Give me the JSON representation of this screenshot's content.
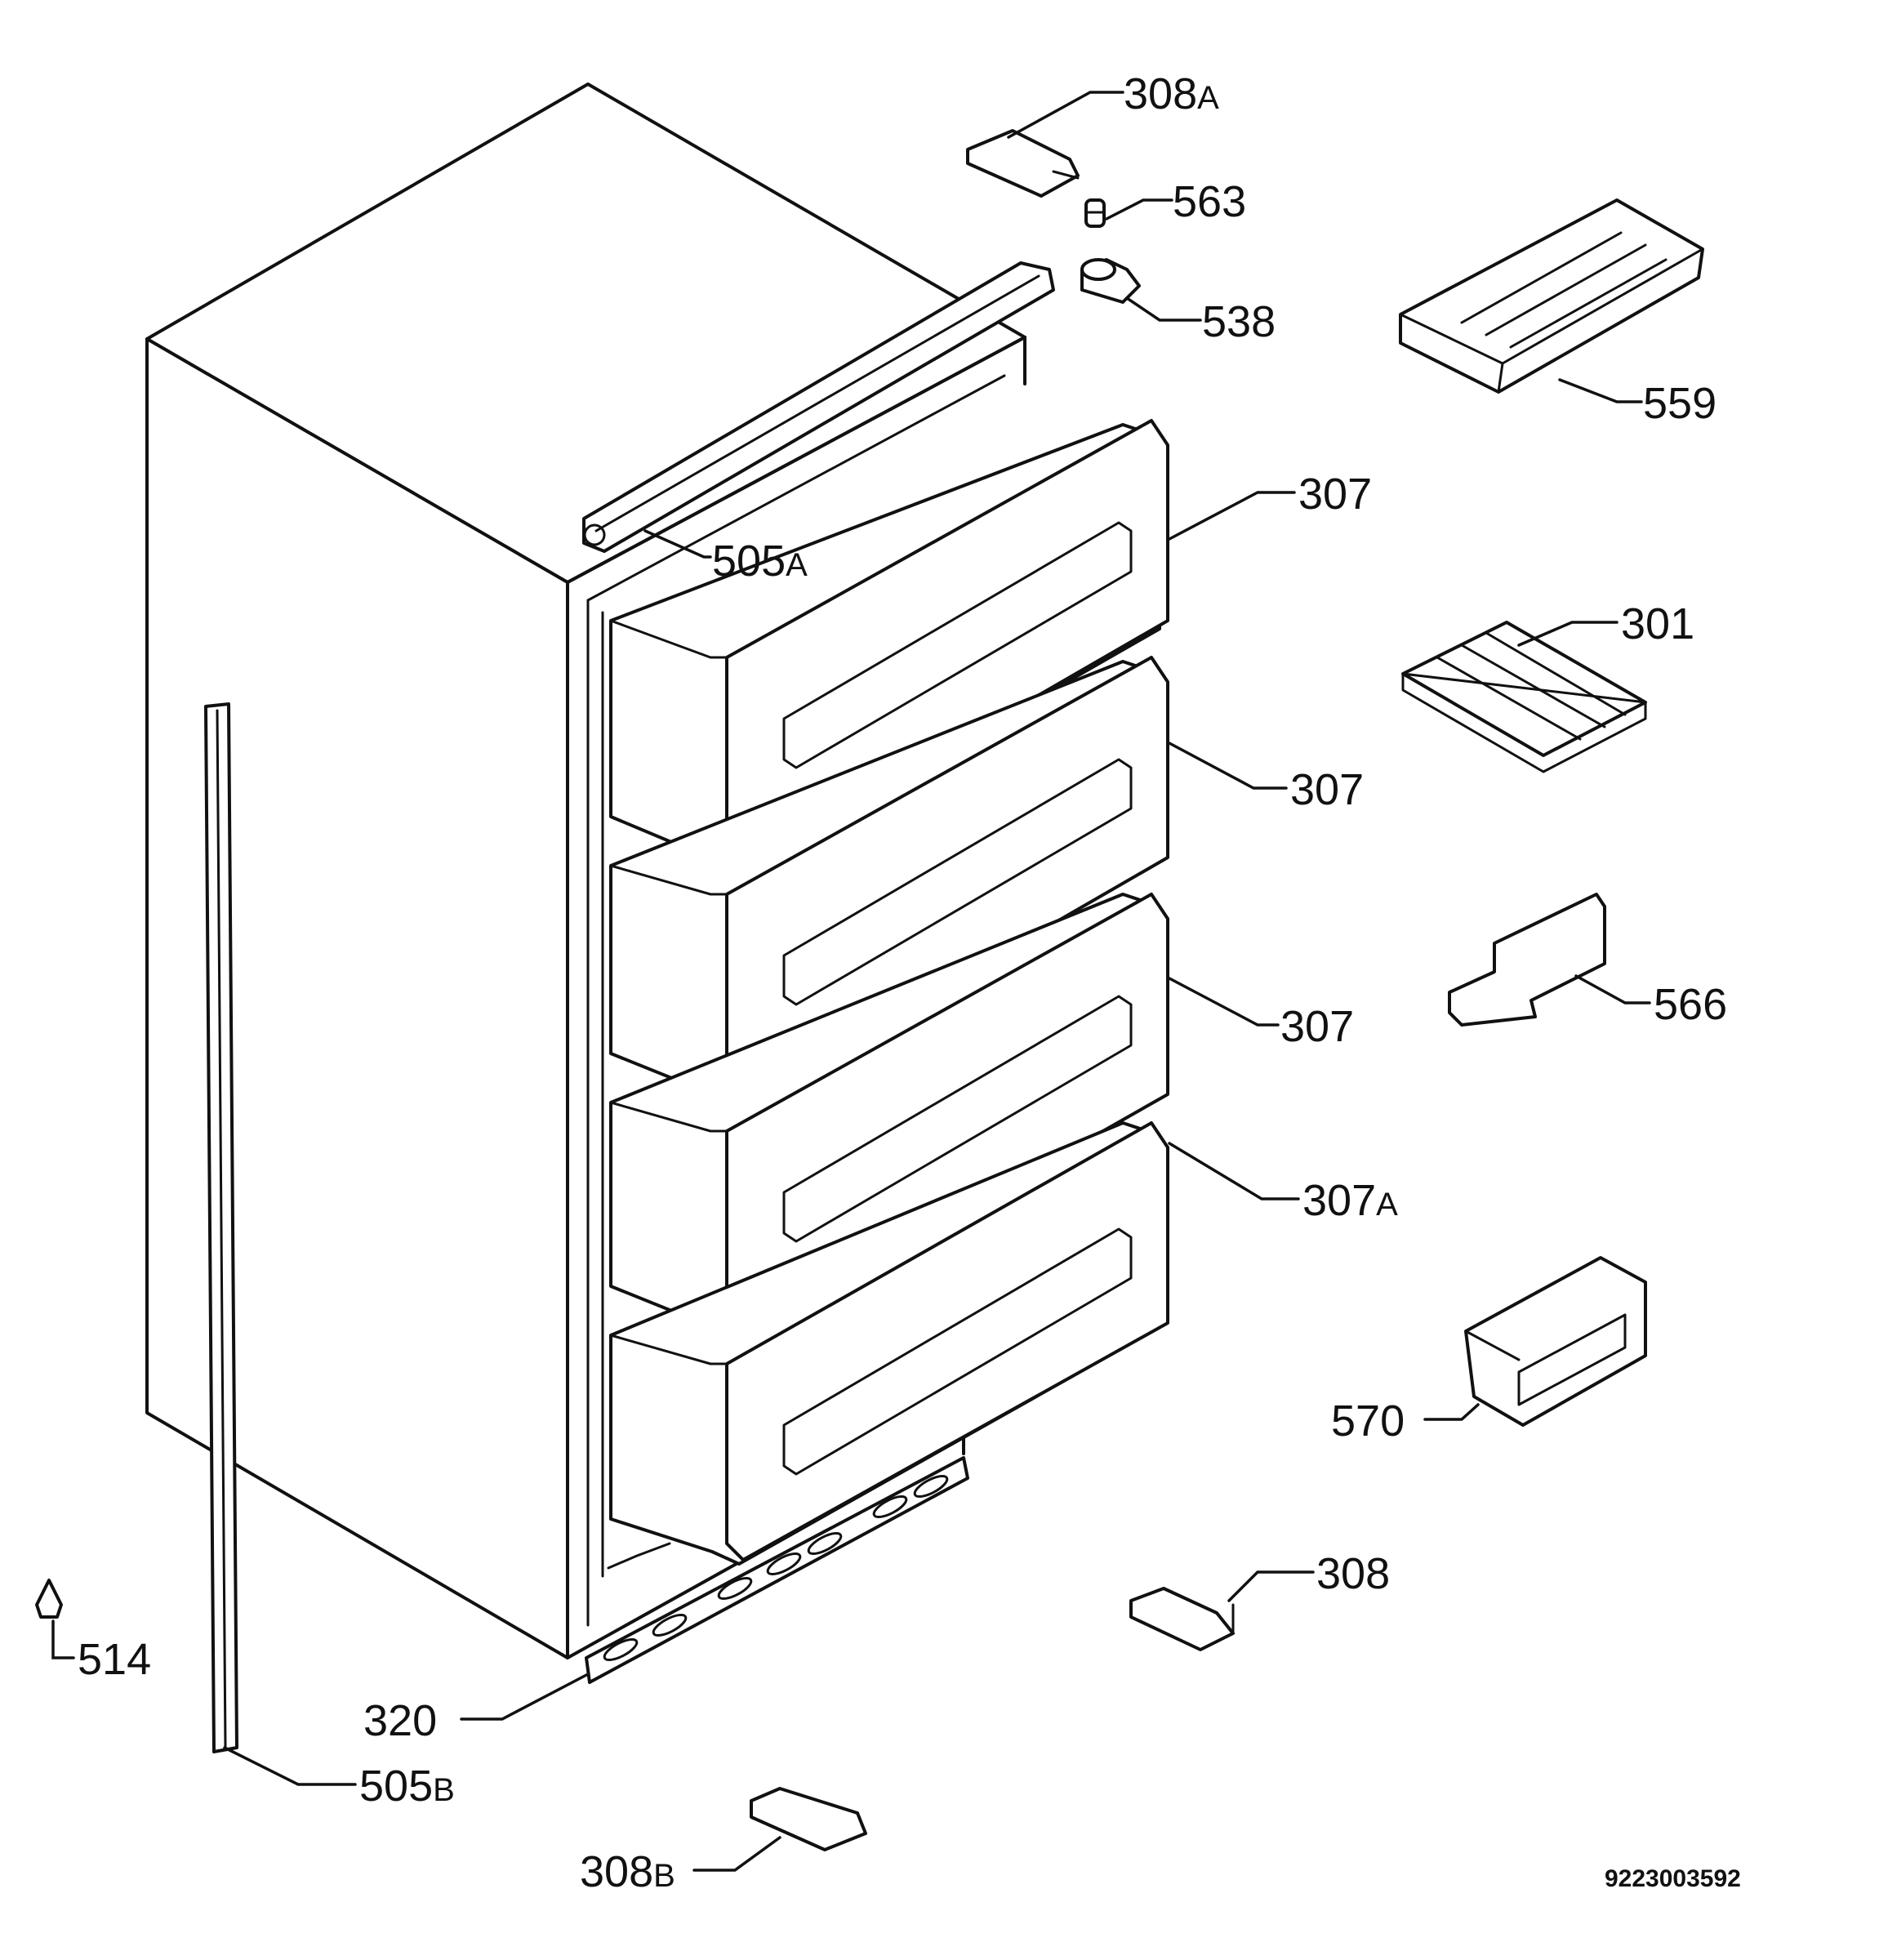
{
  "callouts": {
    "p308a": {
      "num": "308",
      "sfx": "A"
    },
    "p563": {
      "num": "563"
    },
    "p538": {
      "num": "538"
    },
    "p559": {
      "num": "559"
    },
    "p307_1": {
      "num": "307"
    },
    "p505a": {
      "num": "505",
      "sfx": "A"
    },
    "p301": {
      "num": "301"
    },
    "p307_2": {
      "num": "307"
    },
    "p566": {
      "num": "566"
    },
    "p307_3": {
      "num": "307"
    },
    "p307a": {
      "num": "307",
      "sfx": "A"
    },
    "p570": {
      "num": "570"
    },
    "p308": {
      "num": "308"
    },
    "p514": {
      "num": "514"
    },
    "p320": {
      "num": "320"
    },
    "p505b": {
      "num": "505",
      "sfx": "B"
    },
    "p308b": {
      "num": "308",
      "sfx": "B"
    }
  },
  "drawing_code": "9223003592"
}
